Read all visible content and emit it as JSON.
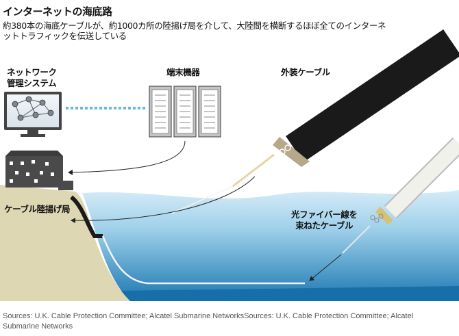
{
  "title": "インターネットの海底路",
  "subtitle": "約380本の海底ケーブルが、約1000カ所の陸揚げ局を介して、大陸間を横断するほぼ全てのインターネットトラフィックを伝送している",
  "labels": {
    "network_management_line1": "ネットワーク",
    "network_management_line2": "管理システム",
    "terminal_equipment": "端末機器",
    "armored_cable": "外装ケーブル",
    "landing_station": "ケーブル陸揚げ局",
    "fiber_bundle_line1": "光ファイバー線を",
    "fiber_bundle_line2": "束ねたケーブル"
  },
  "sources": "Sources: U.K. Cable Protection Committee; Alcatel Submarine NetworksSources: U.K. Cable Protection Committee; Alcatel Submarine Networks",
  "colors": {
    "sea_surface": "#bfe0f2",
    "sea_deep": "#1b78b2",
    "land": "#ddd7b3",
    "cable_dark": "#1a1a1a",
    "fiber_cable": "#f1f1ec",
    "building": "#4a4a4a",
    "server_gray": "#bfc0c2"
  }
}
